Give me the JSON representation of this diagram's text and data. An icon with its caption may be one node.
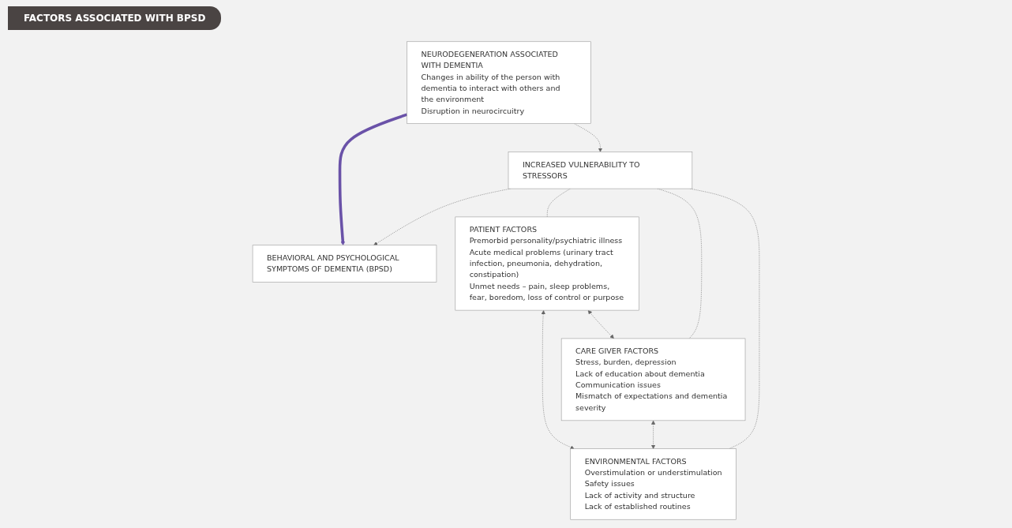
{
  "diagram": {
    "title": "FACTORS ASSOCIATED WITH BPSD",
    "nodes": [
      {
        "text": [
          "NEURODEGENERATION ASSOCIATED WITH DEMENTIA",
          "Changes in ability of the person with dementia to interact with others and the environment",
          "Disruption in neurocircuitry"
        ]
      },
      {
        "text": [
          "INCREASED VULNERABILITY TO STRESSORS"
        ]
      },
      {
        "text": [
          "BEHAVIORAL AND PSYCHOLOGICAL SYMPTOMS OF DEMENTIA (BPSD)"
        ]
      },
      {
        "text": [
          "PATIENT FACTORS",
          "Premorbid personality/psychiatric illness",
          "Acute medical problems (urinary tract infection, pneumonia, dehydration, constipation)",
          "Unmet needs – pain, sleep problems, fear, boredom, loss of control or purpose"
        ]
      },
      {
        "text": [
          "CARE GIVER FACTORS",
          "Stress, burden, depression",
          "Lack of education about dementia",
          "Communication issues",
          "Mismatch of expectations and dementia severity"
        ]
      },
      {
        "text": [
          "ENVIRONMENTAL FACTORS",
          "Overstimulation or understimulation",
          "Safety issues",
          "Lack of activity and structure",
          "Lack of established routines"
        ]
      }
    ],
    "edges": [
      {
        "from": 0,
        "to": 1,
        "arrow": "to",
        "style": "dashed"
      },
      {
        "from": 1,
        "to": 2,
        "arrow": "to",
        "style": "dashed"
      },
      {
        "from": 1,
        "to": 3,
        "arrow": "none",
        "style": "dashed"
      },
      {
        "from": 1,
        "to": 4,
        "arrow": "none",
        "style": "dashed"
      },
      {
        "from": 1,
        "to": 5,
        "arrow": "none",
        "style": "dashed"
      },
      {
        "from": 3,
        "to": 4,
        "arrow": "both",
        "style": "dashed"
      },
      {
        "from": 4,
        "to": 5,
        "arrow": "both",
        "style": "dashed"
      },
      {
        "from": 3,
        "to": 5,
        "arrow": "both",
        "style": "dashed"
      },
      {
        "from": 0,
        "to": 2,
        "arrow": "to",
        "style": "thick",
        "color": "#6a52a8"
      }
    ]
  }
}
